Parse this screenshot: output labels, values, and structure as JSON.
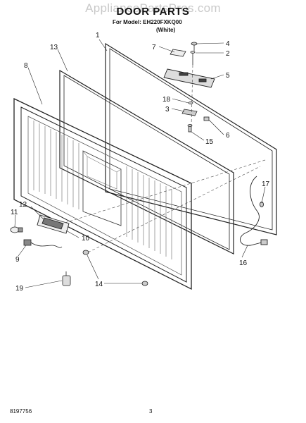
{
  "watermark": "AppliancePartsPros.com",
  "title": "DOOR PARTS",
  "model_line": "For Model: EH220FXKQ00",
  "model_color": "(White)",
  "footer_code": "8197756",
  "page_number": "3",
  "callouts": {
    "c1": "1",
    "c2": "2",
    "c3": "3",
    "c4": "4",
    "c5": "5",
    "c6": "6",
    "c7": "7",
    "c8": "8",
    "c9": "9",
    "c10": "10",
    "c11": "11",
    "c12": "12",
    "c13": "13",
    "c14": "14",
    "c15": "15",
    "c16": "16",
    "c17": "17",
    "c18": "18",
    "c19": "19"
  }
}
